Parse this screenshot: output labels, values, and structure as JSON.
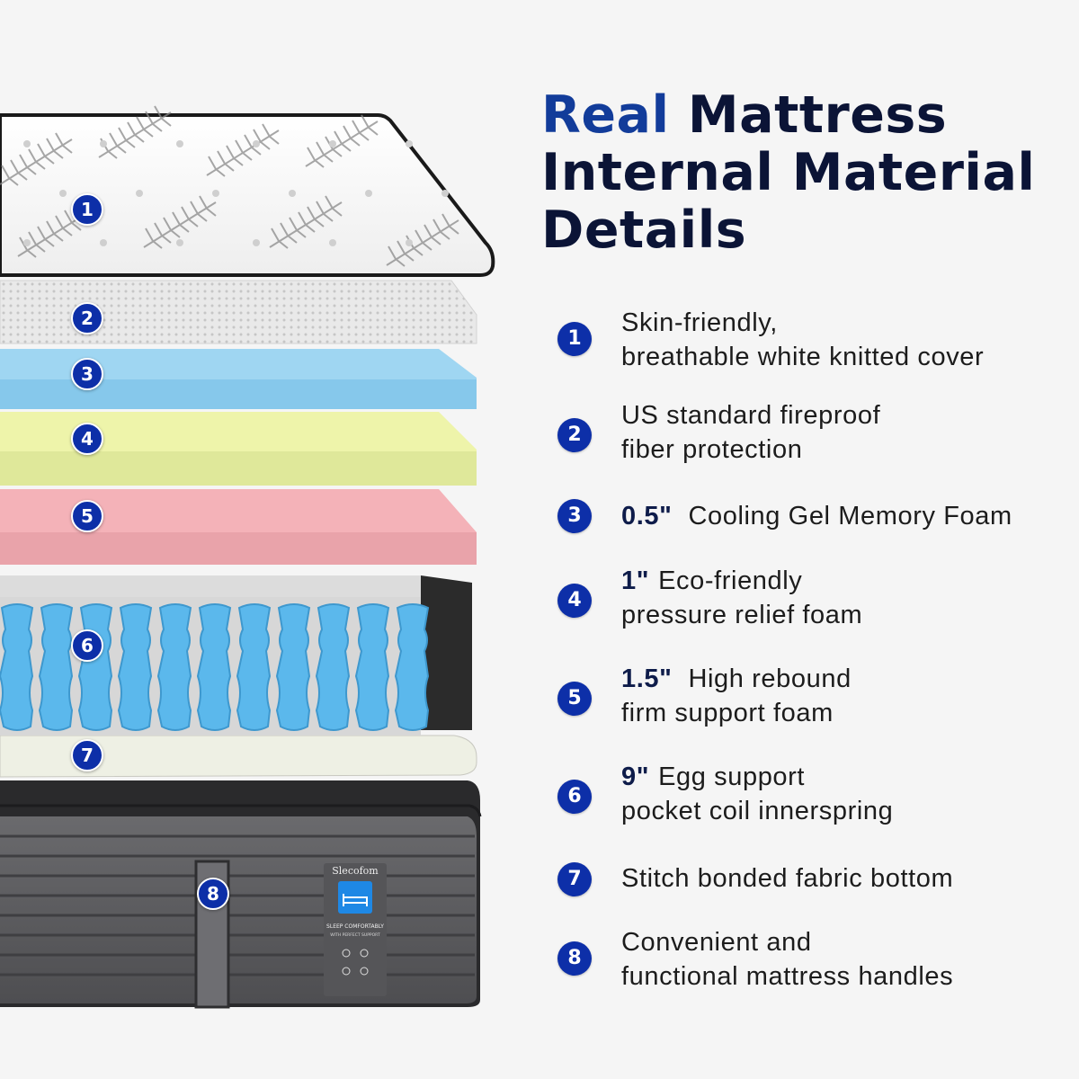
{
  "title": {
    "accent": "Real",
    "rest_line1": " Mattress",
    "line2": "Internal Material",
    "line3": "Details"
  },
  "colors": {
    "badge": "#0d2fa8",
    "title_accent": "#123c9a",
    "title": "#0b1436",
    "gel_foam": "#9dd5f0",
    "eco_foam": "#ecf2a7",
    "support_foam": "#f3b0b6",
    "coil": "#55b6ea",
    "base_fabric": "#5c5c5f"
  },
  "features": [
    {
      "num": "1",
      "bold": "",
      "line1": "Skin-friendly,",
      "line2": "breathable white knitted cover"
    },
    {
      "num": "2",
      "bold": "",
      "line1": "US standard fireproof",
      "line2": "fiber protection"
    },
    {
      "num": "3",
      "bold": "0.5\"",
      "line1": "Cooling Gel Memory Foam",
      "line2": ""
    },
    {
      "num": "4",
      "bold": "1\"",
      "line1": "Eco-friendly",
      "line2": "pressure relief foam"
    },
    {
      "num": "5",
      "bold": "1.5\"",
      "line1": "High rebound",
      "line2": "firm support foam"
    },
    {
      "num": "6",
      "bold": "9\"",
      "line1": "Egg support",
      "line2": "pocket coil innerspring"
    },
    {
      "num": "7",
      "bold": "",
      "line1": "Stitch bonded fabric bottom",
      "line2": ""
    },
    {
      "num": "8",
      "bold": "",
      "line1": "Convenient and",
      "line2": "functional mattress handles"
    }
  ],
  "label": {
    "brand": "Slecofom",
    "tag1": "SLEEP COMFORTABLY",
    "tag2": "WITH PERFECT SUPPORT"
  }
}
